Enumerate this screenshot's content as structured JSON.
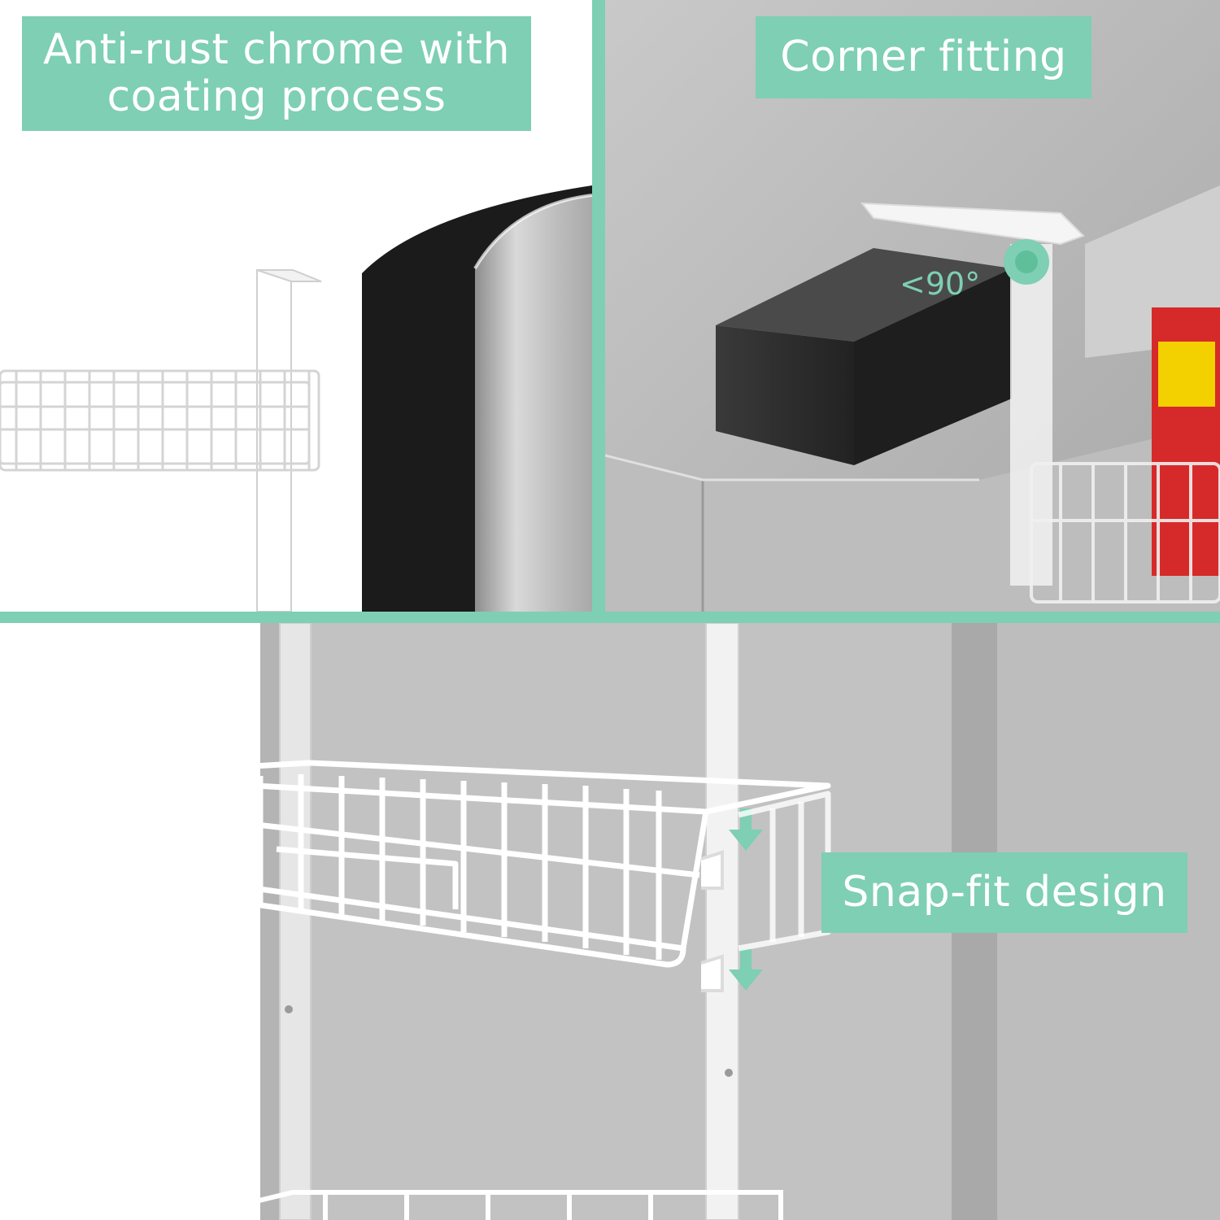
{
  "panels": {
    "coating": {
      "label": "Anti-rust chrome with coating process"
    },
    "corner": {
      "label": "Corner fitting",
      "angle_label": "<90°"
    },
    "snap": {
      "label": "Snap-fit design"
    }
  },
  "colors": {
    "accent": "#7ecfb3",
    "label_text": "#ffffff",
    "steel": "#c4c4c4",
    "black_layer": "#1a1a1a",
    "wire_white": "#ffffff"
  }
}
